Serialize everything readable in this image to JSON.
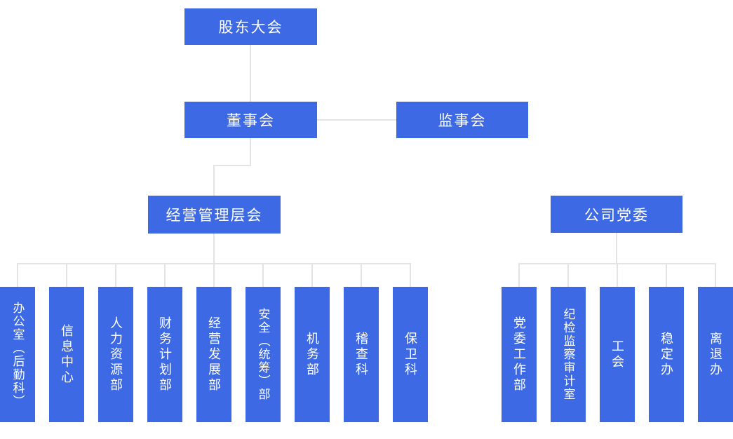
{
  "org_chart": {
    "title": "company-organization-chart",
    "nodes": {
      "shareholders": "股东大会",
      "board": "董事会",
      "supervisors": "监事会",
      "management": "经营管理层会",
      "party_committee": "公司党委"
    },
    "management_departments": [
      "办公室（后勤科）",
      "信息中心",
      "人力资源部",
      "财务计划部",
      "经营发展部",
      "安全（统筹）部",
      "机务部",
      "稽查科",
      "保卫科"
    ],
    "party_departments": [
      "党委工作部",
      "纪检监察审计室",
      "工会",
      "稳定办",
      "离退办"
    ],
    "colors": {
      "node_fill": "#3d6ae4",
      "node_text": "#ffffff",
      "connector": "#e4e4e4",
      "background": "#ffffff"
    }
  }
}
